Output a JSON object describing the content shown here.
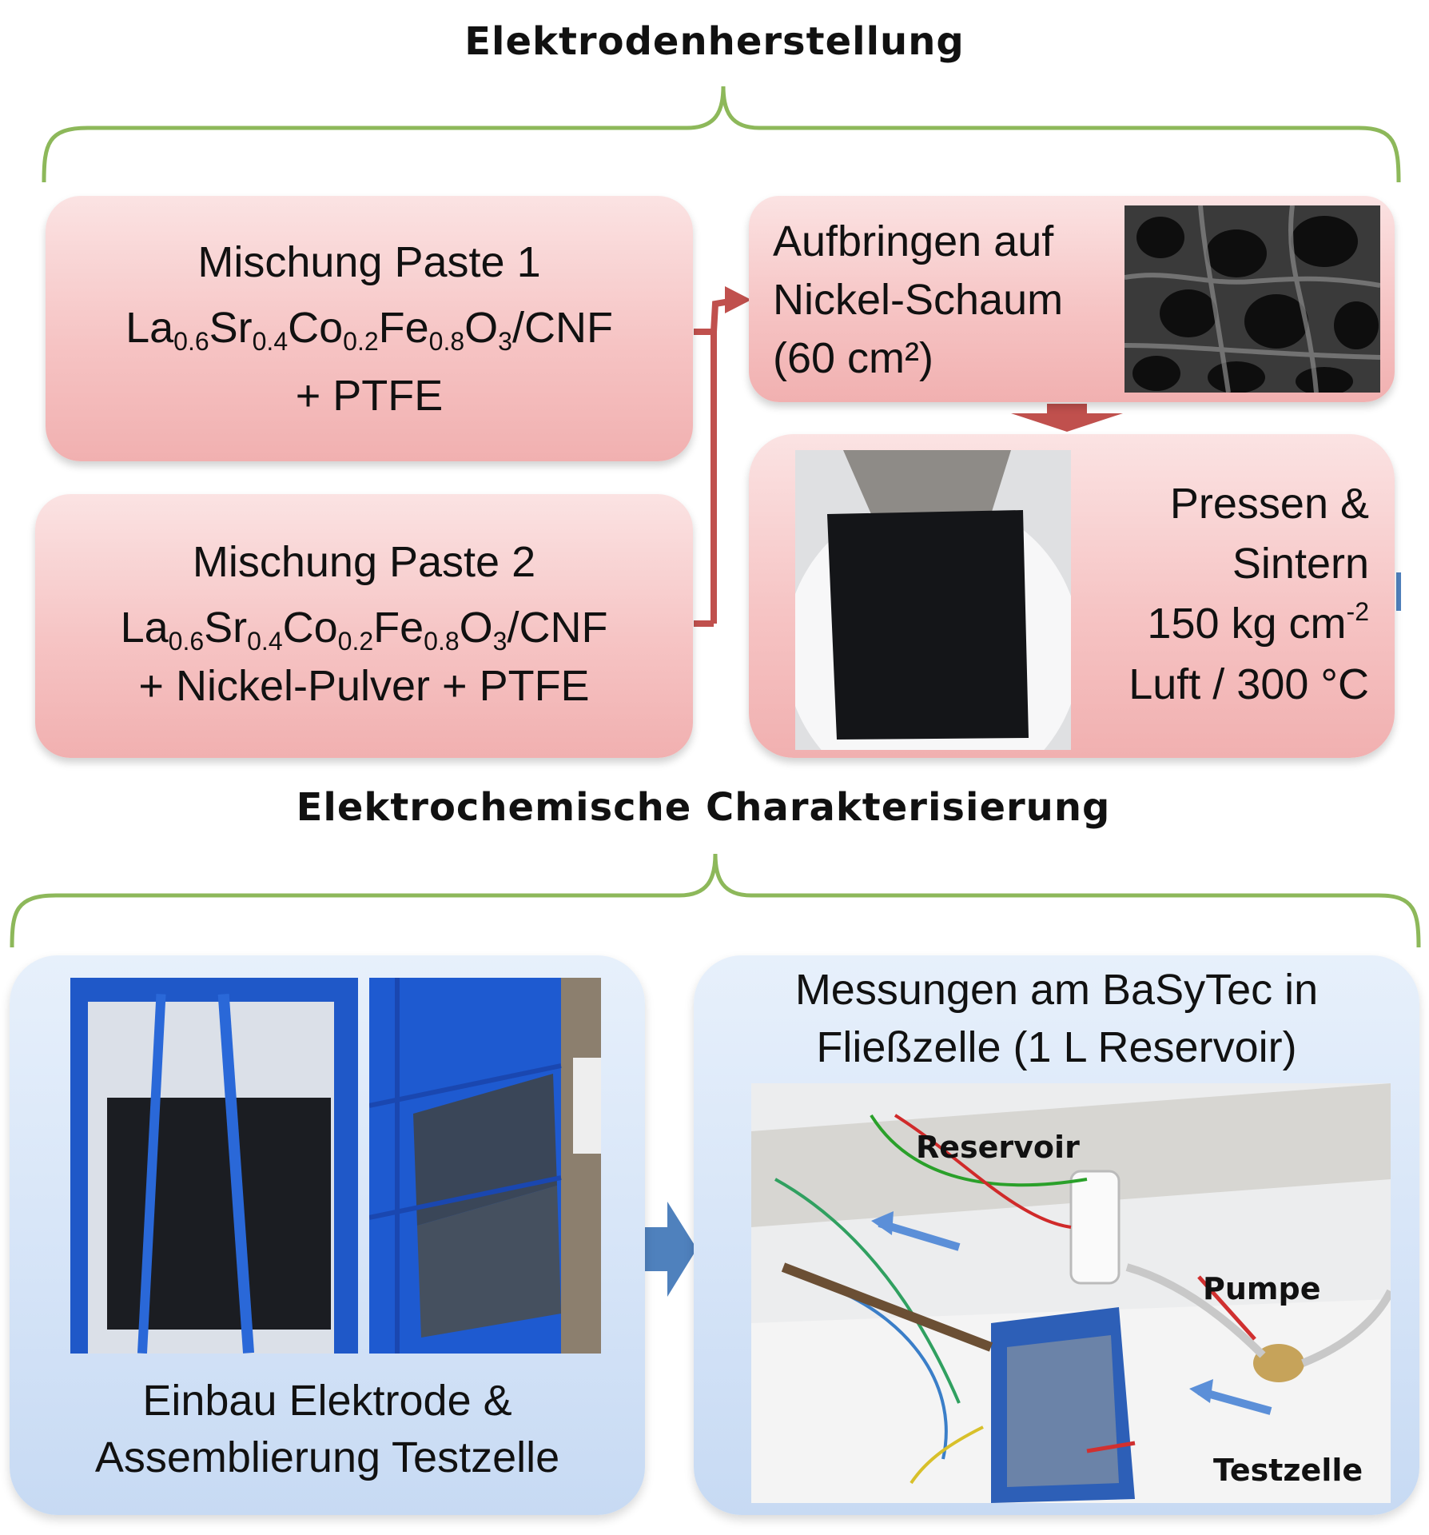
{
  "section1": {
    "title": "Elektrodenherstellung"
  },
  "paste1": {
    "title": "Mischung Paste 1",
    "formula": {
      "a": "La",
      "a_sub": "0.6",
      "b": "Sr",
      "b_sub": "0.4",
      "c": "Co",
      "c_sub": "0.2",
      "d": "Fe",
      "d_sub": "0.8",
      "e": "O",
      "e_sub": "3",
      "tail": "/CNF"
    },
    "additive": "+ PTFE"
  },
  "paste2": {
    "title": "Mischung Paste 2",
    "formula": {
      "a": "La",
      "a_sub": "0.6",
      "b": "Sr",
      "b_sub": "0.4",
      "c": "Co",
      "c_sub": "0.2",
      "d": "Fe",
      "d_sub": "0.8",
      "e": "O",
      "e_sub": "3",
      "tail": "/CNF"
    },
    "additive": "+ Nickel-Pulver + PTFE"
  },
  "coating": {
    "line1": "Aufbringen auf",
    "line2": "Nickel-Schaum",
    "line3": "(60 cm²)"
  },
  "pressing": {
    "title1": "Pressen &",
    "title2": "Sintern",
    "pressure_value": "150 kg cm",
    "pressure_exp": "-2",
    "condition": "Luft / 300 °C"
  },
  "section2": {
    "title": "Elektrochemische Charakterisierung"
  },
  "assembly": {
    "line1": "Einbau Elektrode &",
    "line2": "Assemblierung Testzelle"
  },
  "measurement": {
    "title1": "Messungen am BaSyTec in",
    "title2": "Fließzelle (1 L Reservoir)",
    "labels": {
      "reservoir": "Reservoir",
      "pump": "Pumpe",
      "testcell": "Testzelle"
    }
  },
  "colors": {
    "brace": "#8db85a",
    "connector": "#c0504d",
    "flow_arrow": "#4f81bd",
    "red_title": "#c8202a"
  }
}
